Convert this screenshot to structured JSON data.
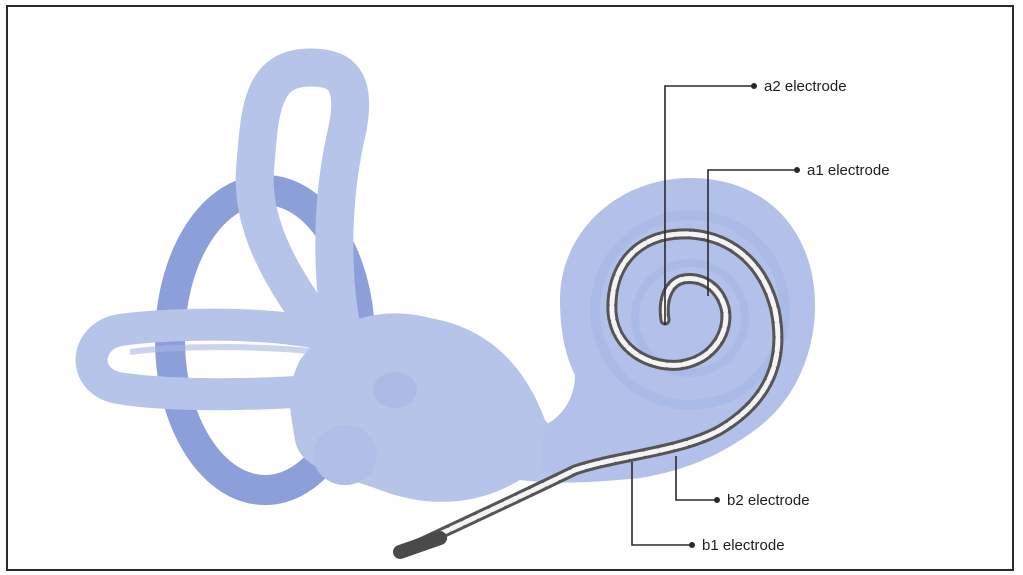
{
  "diagram": {
    "labels": {
      "a2": "a2 electrode",
      "a1": "a1 electrode",
      "b2": "b2 electrode",
      "b1": "b1 electrode"
    },
    "colors": {
      "organ_fill": "#b7c4ea",
      "organ_dark": "#8d9fd9",
      "cochlea_fill": "#b3c1ea",
      "cochlea_inner": "#a6b6e5",
      "implant_outer": "#555555",
      "implant_inner": "#f4f4f4",
      "leader_line": "#2a2a2a"
    }
  }
}
